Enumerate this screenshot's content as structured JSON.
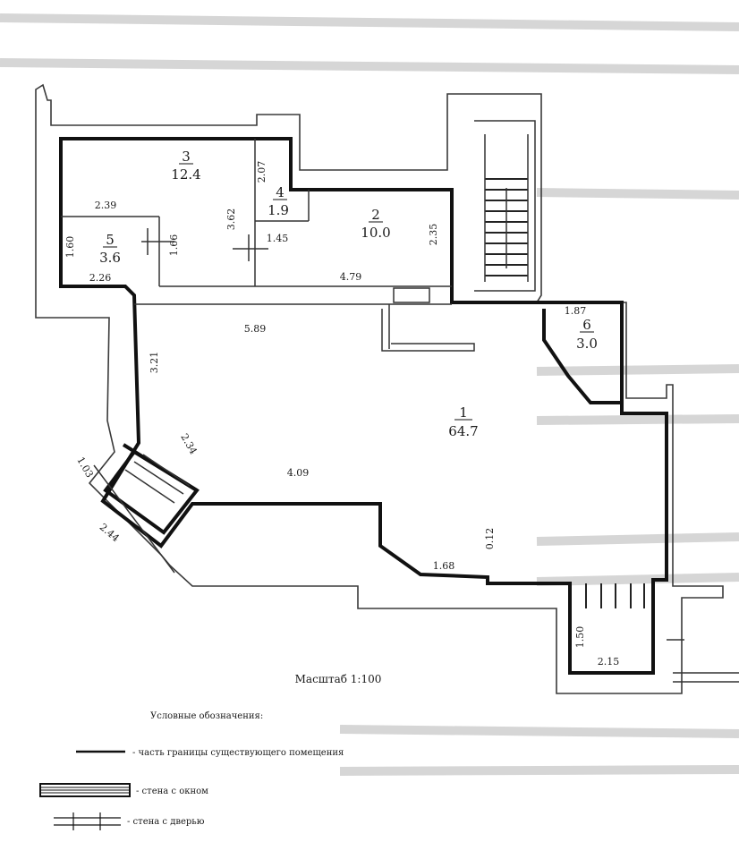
{
  "rooms": [
    {
      "number": "3",
      "area": "12.4"
    },
    {
      "number": "4",
      "area": "1.9"
    },
    {
      "number": "2",
      "area": "10.0"
    },
    {
      "number": "5",
      "area": "3.6"
    },
    {
      "number": "1",
      "area": "64.7"
    },
    {
      "number": "6",
      "area": "3.0"
    }
  ],
  "dimensions": {
    "d_2_39": "2.39",
    "d_2_07": "2.07",
    "d_3_62": "3.62",
    "d_1_45": "1.45",
    "d_2_35": "2.35",
    "d_1_60": "1.60",
    "d_1_66": "1.66",
    "d_2_26": "2.26",
    "d_4_79": "4.79",
    "d_5_89": "5.89",
    "d_3_21": "3.21",
    "d_1_87": "1.87",
    "d_2_34": "2.34",
    "d_1_03": "1.03",
    "d_4_09": "4.09",
    "d_2_44": "2.44",
    "d_0_12": "0.12",
    "d_1_68": "1.68",
    "d_1_50": "1.50",
    "d_2_15": "2.15"
  },
  "scale": "Масштаб 1:100",
  "legend": {
    "title": "Условные обозначения:",
    "items": [
      {
        "symbol": "boundary-line",
        "label": "- часть границы существующего помещения"
      },
      {
        "symbol": "window-wall",
        "label": "- стена с окном"
      },
      {
        "symbol": "door-wall",
        "label": "- стена с дверью"
      }
    ]
  },
  "colors": {
    "ink": "#111111",
    "thin_ink": "#333333",
    "paper": "#ffffff"
  }
}
